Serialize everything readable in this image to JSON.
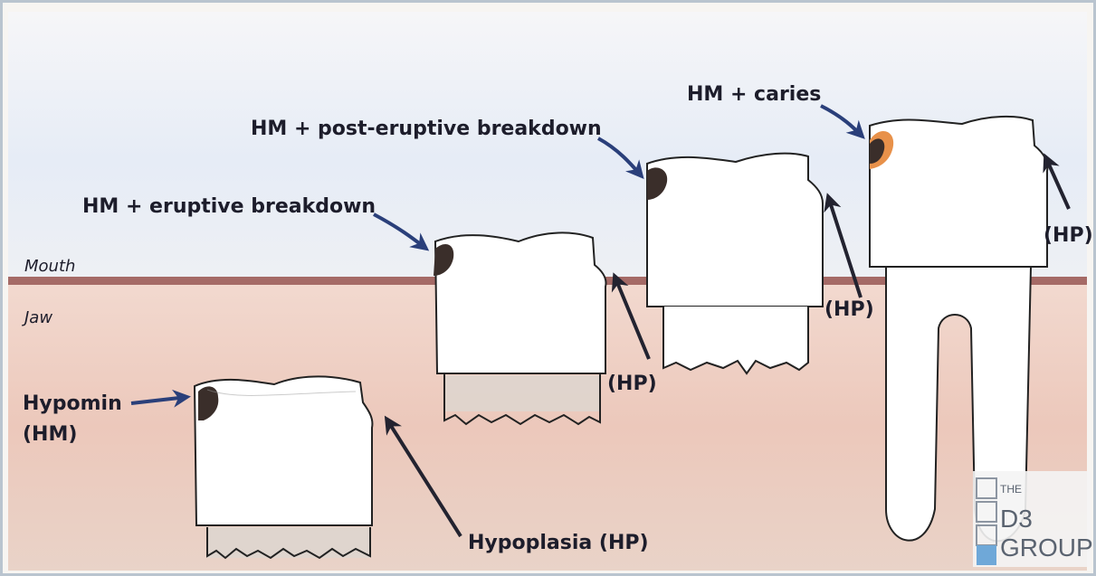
{
  "labels": {
    "mouth": "Mouth",
    "jaw": "Jaw",
    "hypomin": "Hypomin",
    "hm": "(HM)",
    "eruptive": "HM + eruptive breakdown",
    "post_eruptive": "HM + post-eruptive breakdown",
    "caries": "HM + caries",
    "hypoplasia": "Hypoplasia (HP)",
    "hp": "(HP)"
  },
  "logo": {
    "line1": "THE",
    "line2": "D3",
    "line3": "GROUP"
  },
  "colors": {
    "gum_line": "#a56a66",
    "arrow_blue": "#2a3f7a",
    "arrow_dark": "#232330",
    "hypomin_spot": "#3a2e2a",
    "caries_spot": "#e8914a",
    "mouth_bg": "#e9eef6",
    "jaw_bg": "#efd2c4"
  }
}
